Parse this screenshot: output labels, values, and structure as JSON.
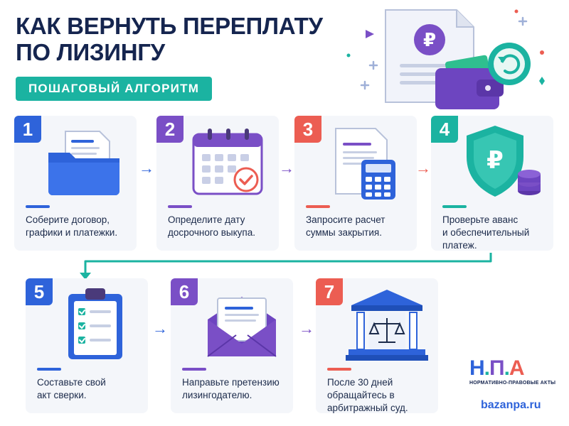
{
  "title": {
    "line1": "КАК ВЕРНУТЬ ПЕРЕПЛАТУ",
    "line2": "ПО ЛИЗИНГУ"
  },
  "subtitle": "ПОШАГОВЫЙ АЛГОРИТМ",
  "hero": {
    "currency_symbol": "₽",
    "icons": [
      "document-ruble-icon",
      "wallet-icon",
      "refund-arrow-icon",
      "sparkle-icon"
    ]
  },
  "steps": [
    {
      "number": "1",
      "lines": [
        "Соберите договор,",
        "графики и платежки."
      ],
      "icon": "folder-documents-icon",
      "color": "#2e63da"
    },
    {
      "number": "2",
      "lines": [
        "Определите дату",
        "досрочного выкупа."
      ],
      "icon": "calendar-check-icon",
      "color": "#7a4fc6"
    },
    {
      "number": "3",
      "lines": [
        "Запросите расчет",
        "суммы закрытия."
      ],
      "icon": "calculator-document-icon",
      "color": "#ec5d52"
    },
    {
      "number": "4",
      "lines": [
        "Проверьте аванс",
        "и обеспечительный",
        "платеж."
      ],
      "icon": "shield-ruble-icon",
      "color": "#1bb3a1"
    },
    {
      "number": "5",
      "lines": [
        "Составьте свой",
        "акт сверки."
      ],
      "icon": "clipboard-checklist-icon",
      "color": "#2e63da"
    },
    {
      "number": "6",
      "lines": [
        "Направьте претензию",
        "лизингодателю."
      ],
      "icon": "envelope-letter-icon",
      "color": "#7a4fc6"
    },
    {
      "number": "7",
      "lines": [
        "После 30 дней",
        "обращайтесь в",
        "арбитражный суд."
      ],
      "icon": "court-building-icon",
      "color": "#ec5d52"
    }
  ],
  "arrows": {
    "glyph": "→",
    "colors": [
      "#2e63da",
      "#7a4fc6",
      "#ec5d52",
      "#2e63da",
      "#7a4fc6"
    ]
  },
  "logo": {
    "letters": {
      "n": "Н",
      "dot1": ".",
      "p": "П",
      "dot2": ".",
      "a": "А"
    },
    "caption": "НОРМАТИВНО-ПРАВОВЫЕ АКТЫ"
  },
  "website": "bazanpa.ru"
}
